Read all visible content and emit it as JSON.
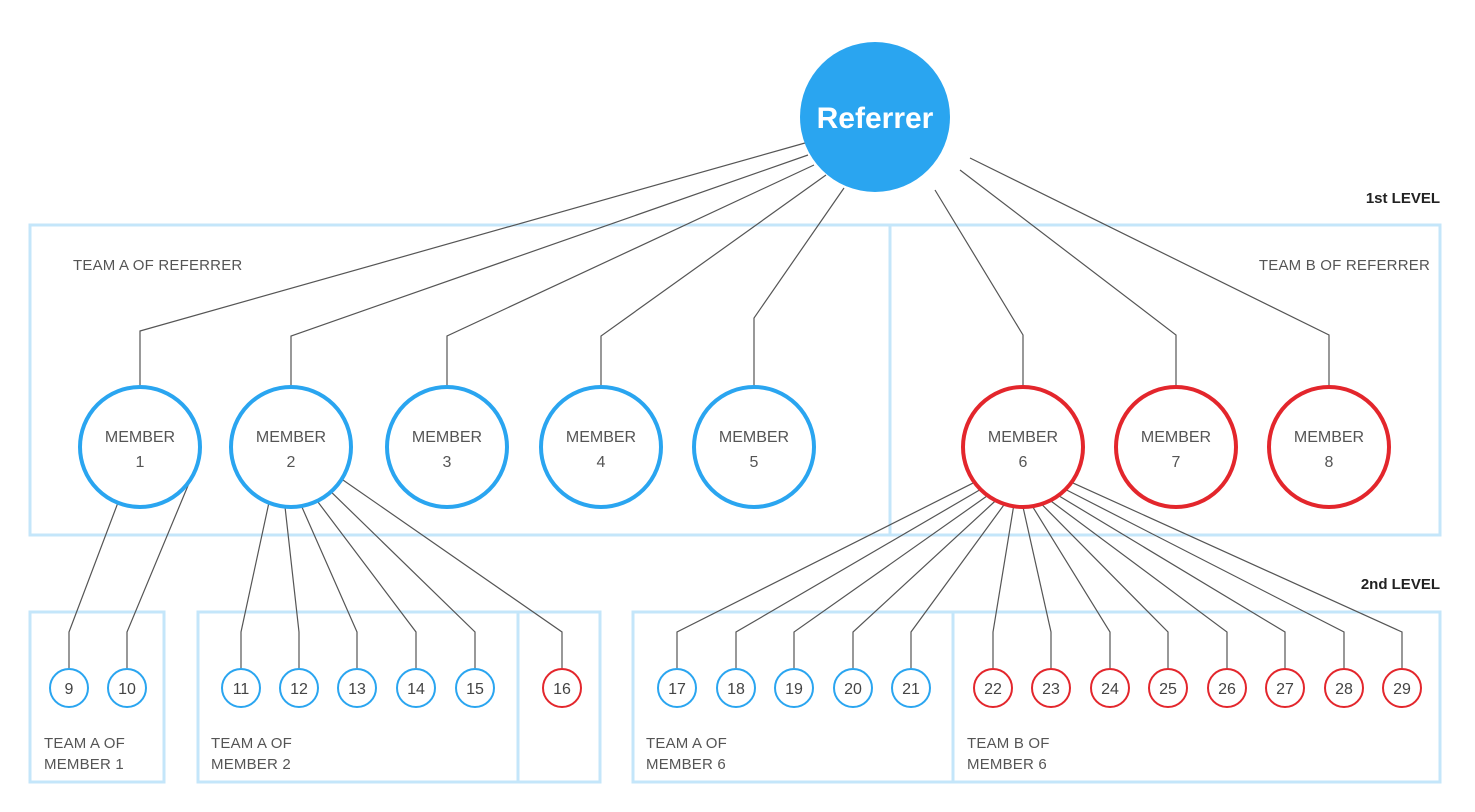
{
  "colors": {
    "blue": "#2aa5f0",
    "red": "#e3262c",
    "box": "#c4e6fa",
    "line": "#555555"
  },
  "root": {
    "label": "Referrer"
  },
  "levels": {
    "first": "1st LEVEL",
    "second": "2nd LEVEL"
  },
  "teams": {
    "team_a_referrer": "TEAM A OF REFERRER",
    "team_b_referrer": "TEAM B OF REFERRER",
    "team_a_member1": [
      "TEAM A OF",
      "MEMBER 1"
    ],
    "team_a_member2": [
      "TEAM A OF",
      "MEMBER 2"
    ],
    "team_a_member6": [
      "TEAM A OF",
      "MEMBER 6"
    ],
    "team_b_member6": [
      "TEAM B OF",
      "MEMBER 6"
    ]
  },
  "members": [
    {
      "line1": "MEMBER",
      "line2": "1",
      "color": "blue"
    },
    {
      "line1": "MEMBER",
      "line2": "2",
      "color": "blue"
    },
    {
      "line1": "MEMBER",
      "line2": "3",
      "color": "blue"
    },
    {
      "line1": "MEMBER",
      "line2": "4",
      "color": "blue"
    },
    {
      "line1": "MEMBER",
      "line2": "5",
      "color": "blue"
    },
    {
      "line1": "MEMBER",
      "line2": "6",
      "color": "red"
    },
    {
      "line1": "MEMBER",
      "line2": "7",
      "color": "red"
    },
    {
      "line1": "MEMBER",
      "line2": "8",
      "color": "red"
    }
  ],
  "second_level": [
    {
      "label": "9",
      "parent": "1",
      "color": "blue"
    },
    {
      "label": "10",
      "parent": "1",
      "color": "blue"
    },
    {
      "label": "11",
      "parent": "2",
      "color": "blue"
    },
    {
      "label": "12",
      "parent": "2",
      "color": "blue"
    },
    {
      "label": "13",
      "parent": "2",
      "color": "blue"
    },
    {
      "label": "14",
      "parent": "2",
      "color": "blue"
    },
    {
      "label": "15",
      "parent": "2",
      "color": "blue"
    },
    {
      "label": "16",
      "parent": "2",
      "color": "red"
    },
    {
      "label": "17",
      "parent": "6",
      "color": "blue"
    },
    {
      "label": "18",
      "parent": "6",
      "color": "blue"
    },
    {
      "label": "19",
      "parent": "6",
      "color": "blue"
    },
    {
      "label": "20",
      "parent": "6",
      "color": "blue"
    },
    {
      "label": "21",
      "parent": "6",
      "color": "blue"
    },
    {
      "label": "22",
      "parent": "6",
      "color": "red"
    },
    {
      "label": "23",
      "parent": "6",
      "color": "red"
    },
    {
      "label": "24",
      "parent": "6",
      "color": "red"
    },
    {
      "label": "25",
      "parent": "6",
      "color": "red"
    },
    {
      "label": "26",
      "parent": "6",
      "color": "red"
    },
    {
      "label": "27",
      "parent": "6",
      "color": "red"
    },
    {
      "label": "28",
      "parent": "6",
      "color": "red"
    },
    {
      "label": "29",
      "parent": "6",
      "color": "red"
    }
  ]
}
